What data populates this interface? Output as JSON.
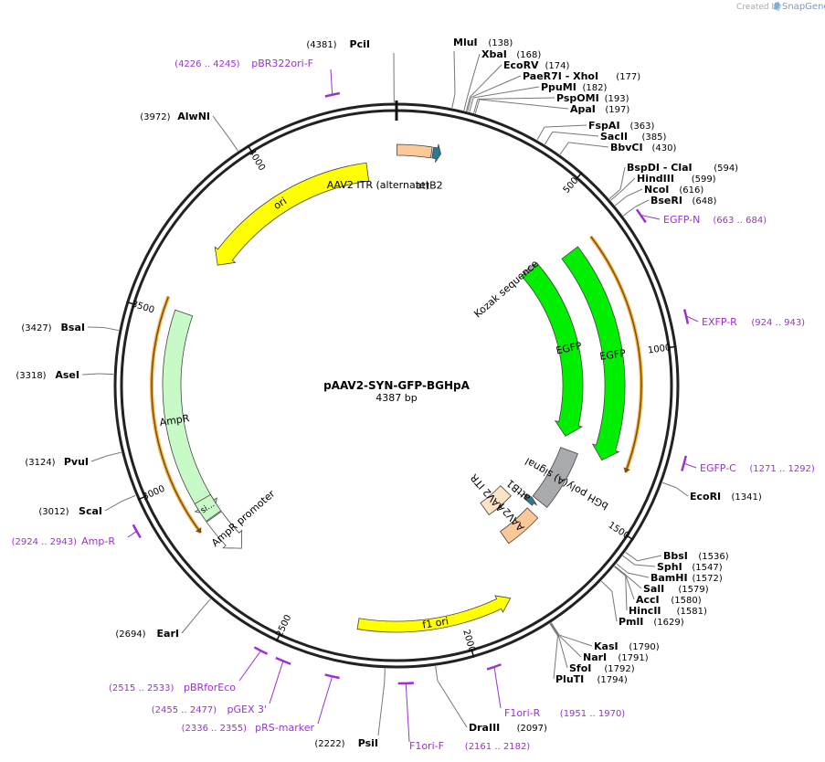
{
  "credit": {
    "prefix": "Created by",
    "brand": "SnapGene"
  },
  "plasmid": {
    "name": "pAAV2-SYN-GFP-BGHpA",
    "length": 4387,
    "length_label": "4387 bp"
  },
  "colors": {
    "primer": "#9a32cd",
    "ori": "#ffff00",
    "gfp": "#00ee00",
    "ampr": "#c8fac8",
    "itr": "#fcc898",
    "itr_alt": "#fde3c5",
    "polya": "#a8aaad",
    "att": "#2a7a90",
    "orange_strand": "#f0b040"
  },
  "ticks": [
    {
      "pos": 500,
      "label": "500"
    },
    {
      "pos": 1000,
      "label": "1000"
    },
    {
      "pos": 1500,
      "label": "1500"
    },
    {
      "pos": 2000,
      "label": "2000"
    },
    {
      "pos": 2500,
      "label": "2500"
    },
    {
      "pos": 3000,
      "label": "3000"
    },
    {
      "pos": 3500,
      "label": "3500"
    },
    {
      "pos": 4000,
      "label": "4000"
    }
  ],
  "enzymes_right": [
    {
      "name": "MluI",
      "pos": 138,
      "pos_label": "(138)"
    },
    {
      "name": "XbaI",
      "pos": 168,
      "pos_label": "(168)"
    },
    {
      "name": "EcoRV",
      "pos": 174,
      "pos_label": "(174)"
    },
    {
      "name": "PaeR7I - XhoI",
      "pos": 177,
      "pos_label": "(177)"
    },
    {
      "name": "PpuMI",
      "pos": 182,
      "pos_label": "(182)"
    },
    {
      "name": "PspOMI",
      "pos": 193,
      "pos_label": "(193)"
    },
    {
      "name": "ApaI",
      "pos": 197,
      "pos_label": "(197)"
    },
    {
      "name": "FspAI",
      "pos": 363,
      "pos_label": "(363)"
    },
    {
      "name": "SacII",
      "pos": 385,
      "pos_label": "(385)"
    },
    {
      "name": "BbvCI",
      "pos": 430,
      "pos_label": "(430)"
    },
    {
      "name": "BspDI - ClaI",
      "pos": 594,
      "pos_label": "(594)"
    },
    {
      "name": "HindIII",
      "pos": 599,
      "pos_label": "(599)"
    },
    {
      "name": "NcoI",
      "pos": 616,
      "pos_label": "(616)"
    },
    {
      "name": "BseRI",
      "pos": 648,
      "pos_label": "(648)"
    },
    {
      "name": "EcoRI",
      "pos": 1341,
      "pos_label": "(1341)"
    },
    {
      "name": "BbsI",
      "pos": 1536,
      "pos_label": "(1536)"
    },
    {
      "name": "SphI",
      "pos": 1547,
      "pos_label": "(1547)"
    },
    {
      "name": "BamHI",
      "pos": 1572,
      "pos_label": "(1572)"
    },
    {
      "name": "SalI",
      "pos": 1579,
      "pos_label": "(1579)"
    },
    {
      "name": "AccI",
      "pos": 1580,
      "pos_label": "(1580)"
    },
    {
      "name": "HincII",
      "pos": 1581,
      "pos_label": "(1581)"
    },
    {
      "name": "PmlI",
      "pos": 1629,
      "pos_label": "(1629)"
    },
    {
      "name": "KasI",
      "pos": 1790,
      "pos_label": "(1790)"
    },
    {
      "name": "NarI",
      "pos": 1791,
      "pos_label": "(1791)"
    },
    {
      "name": "SfoI",
      "pos": 1792,
      "pos_label": "(1792)"
    },
    {
      "name": "PluTI",
      "pos": 1794,
      "pos_label": "(1794)"
    },
    {
      "name": "DraIII",
      "pos": 2097,
      "pos_label": "(2097)"
    }
  ],
  "enzymes_left": [
    {
      "name": "PciI",
      "pos": 4381,
      "pos_label": "(4381)"
    },
    {
      "name": "AlwNI",
      "pos": 3972,
      "pos_label": "(3972)"
    },
    {
      "name": "BsaI",
      "pos": 3427,
      "pos_label": "(3427)"
    },
    {
      "name": "AseI",
      "pos": 3318,
      "pos_label": "(3318)"
    },
    {
      "name": "PvuI",
      "pos": 3124,
      "pos_label": "(3124)"
    },
    {
      "name": "ScaI",
      "pos": 3012,
      "pos_label": "(3012)"
    },
    {
      "name": "EarI",
      "pos": 2694,
      "pos_label": "(2694)"
    },
    {
      "name": "PsiI",
      "pos": 2222,
      "pos_label": "(2222)"
    }
  ],
  "primers": [
    {
      "name": "pBR322ori-F",
      "range": "(4226 .. 4245)",
      "start": 4226,
      "end": 4245
    },
    {
      "name": "EGFP-N",
      "range": "(663 .. 684)",
      "start": 663,
      "end": 684
    },
    {
      "name": "EXFP-R",
      "range": "(924 .. 943)",
      "start": 924,
      "end": 943
    },
    {
      "name": "EGFP-C",
      "range": "(1271 .. 1292)",
      "start": 1271,
      "end": 1292
    },
    {
      "name": "F1ori-R",
      "range": "(1951 .. 1970)",
      "start": 1951,
      "end": 1970
    },
    {
      "name": "F1ori-F",
      "range": "(2161 .. 2182)",
      "start": 2161,
      "end": 2182
    },
    {
      "name": "pRS-marker",
      "range": "(2336 .. 2355)",
      "start": 2336,
      "end": 2355
    },
    {
      "name": "pGEX 3'",
      "range": "(2455 .. 2477)",
      "start": 2455,
      "end": 2477
    },
    {
      "name": "pBRforEco",
      "range": "(2515 .. 2533)",
      "start": 2515,
      "end": 2533
    },
    {
      "name": "Amp-R",
      "range": "(2924 .. 2943)",
      "start": 2924,
      "end": 2943
    }
  ],
  "features": [
    {
      "name": "ori",
      "label": "ori",
      "start": 3704,
      "end": 4293,
      "direction": "reverse",
      "color": "#ffff00"
    },
    {
      "name": "aav2-itr-alternate",
      "label": "AAV2 ITR (alternate)",
      "start": 1,
      "end": 104,
      "direction": "none",
      "color": "#fcc898"
    },
    {
      "name": "attb2",
      "label": "attB2",
      "start": 108,
      "end": 132,
      "direction": "forward",
      "color": "#2a7a90"
    },
    {
      "name": "egfp-outer",
      "label": "EGFP",
      "start": 640,
      "end": 1340,
      "direction": "forward",
      "color": "#00ee00"
    },
    {
      "name": "egfp-inner",
      "label": "EGFP",
      "start": 595,
      "end": 1300,
      "direction": "forward",
      "color": "#00ee00"
    },
    {
      "name": "kozak",
      "label": "Kozak sequence",
      "start": 590,
      "end": 602,
      "direction": "none",
      "color": "#b0b0b0"
    },
    {
      "name": "bgh-polya",
      "label": "bGH poly(A) signal",
      "start": 1348,
      "end": 1572,
      "direction": "none",
      "color": "#a8aaad"
    },
    {
      "name": "attb1",
      "label": "attB1",
      "start": 1578,
      "end": 1602,
      "direction": "reverse",
      "color": "#2a7a90"
    },
    {
      "name": "aav2-itr-3",
      "label": "AAV2 ITR",
      "start": 1622,
      "end": 1762,
      "direction": "none",
      "color": "#fcc898"
    },
    {
      "name": "aav2-itr-inner",
      "label": "AAV2 ITR",
      "start": 1632,
      "end": 1760,
      "direction": "none",
      "color": "#fde3c5"
    },
    {
      "name": "f1-ori",
      "label": "f1 ori",
      "start": 1850,
      "end": 2305,
      "direction": "reverse",
      "color": "#ffff00"
    },
    {
      "name": "ampr",
      "label": "AmpR",
      "start": 2860,
      "end": 3520,
      "direction": "reverse",
      "color": "#c8fac8"
    },
    {
      "name": "ampr-signal",
      "label": "si…",
      "start": 2858,
      "end": 2920,
      "direction": "none",
      "color": "#c8fac8"
    },
    {
      "name": "ampr-promoter",
      "label": "AmpR promoter",
      "start": 2725,
      "end": 2855,
      "direction": "reverse",
      "color": "#ffffff"
    }
  ]
}
